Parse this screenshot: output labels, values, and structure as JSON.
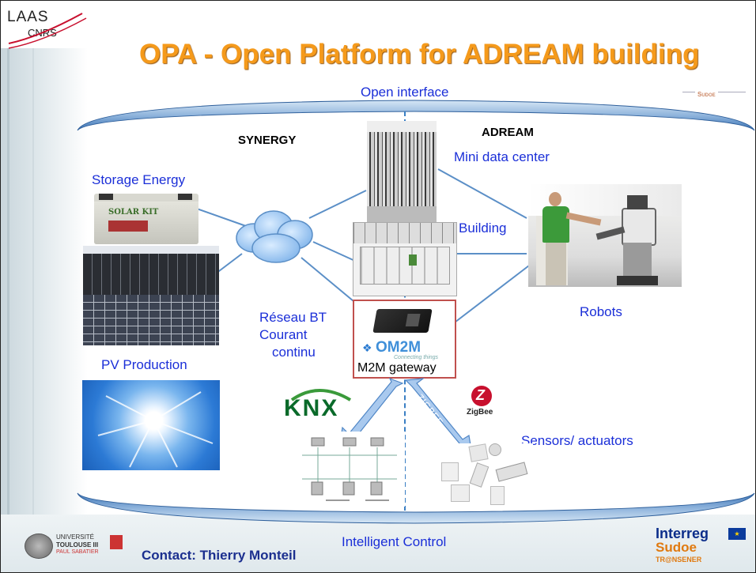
{
  "logo": {
    "line1": "LAAS",
    "line2": "CNRS"
  },
  "title": "OPA - Open Platform for ADREAM building",
  "sudoe_small": "Sudoe",
  "open_interface": "Open interface",
  "synergy": "SYNERGY",
  "adream": "ADREAM",
  "mini_data_center": "Mini data center",
  "storage_energy": "Storage Energy",
  "solar_kit": "SOLAR KIT",
  "building": "Building",
  "reseau": [
    "Réseau BT",
    "Courant",
    "continu"
  ],
  "robots": "Robots",
  "pv_production": "PV Production",
  "om2m": {
    "name": "OM2M",
    "tagline": "Connecting things"
  },
  "m2m_gateway": "M2M gateway",
  "knx_logo": "KNX",
  "knx_label": "KNX",
  "zigbee_label": "ZIGBEE",
  "zigbee_logo": "ZigBee",
  "sensors": "Sensors/ actuators",
  "intelligent_control": "Intelligent Control",
  "contact": "Contact: Thierry Monteil",
  "univ": {
    "line1": "UNIVERSITÉ",
    "line2": "TOULOUSE III",
    "line3": "PAUL SABATIER"
  },
  "interreg": {
    "line1": "Interreg",
    "line2": "Sudoe",
    "line3": "TR@NSENER"
  },
  "colors": {
    "title": "#f59a1b",
    "blue_text": "#1b2fd8",
    "connector": "#5b8fc7",
    "gateway_border": "#c0504d"
  }
}
